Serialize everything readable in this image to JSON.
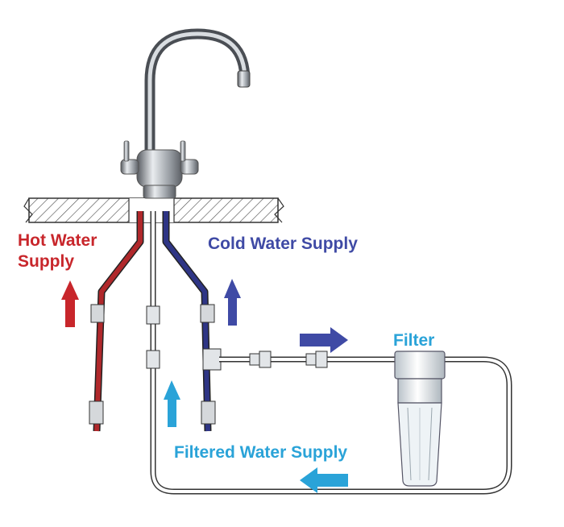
{
  "labels": {
    "hot_line1": "Hot Water",
    "hot_line2": "Supply",
    "cold": "Cold Water Supply",
    "filter": "Filter",
    "filtered": "Filtered Water Supply"
  },
  "colors": {
    "hot": "#c8262b",
    "hot_pipe": "#b0282b",
    "cold": "#3f4aa5",
    "cold_pipe": "#2e3585",
    "filtered": "#2aa3d8",
    "chrome": "#8a8f96",
    "outline": "#333333"
  },
  "icons": {
    "faucet": "mixer-tap-icon",
    "filter": "water-filter-icon",
    "arrow": "flow-arrow-icon"
  }
}
